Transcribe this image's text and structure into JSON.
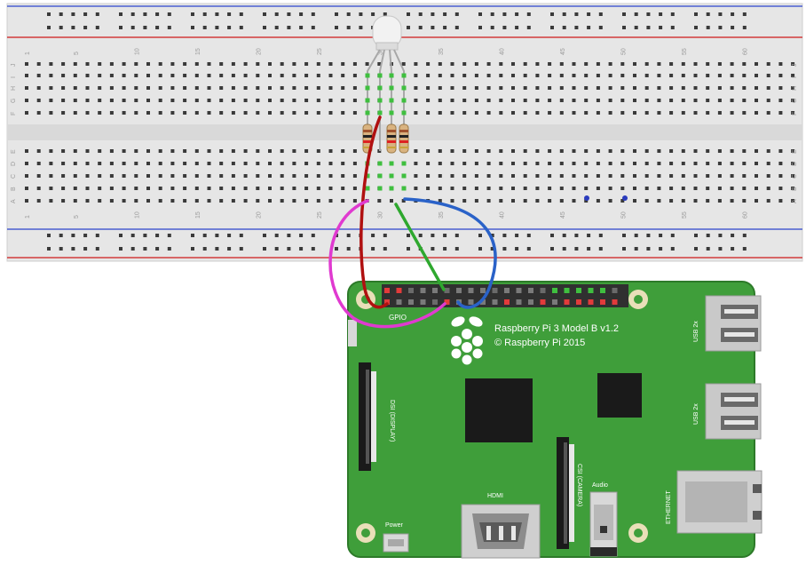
{
  "breadboard": {
    "columns_top": [
      "1",
      "5",
      "10",
      "15",
      "20",
      "25",
      "30",
      "35",
      "40",
      "45",
      "50",
      "55",
      "60"
    ],
    "columns_bottom": [
      "1",
      "5",
      "10",
      "15",
      "20",
      "25",
      "30",
      "35",
      "40",
      "45",
      "50",
      "55",
      "60"
    ],
    "rows_upper": [
      "J",
      "I",
      "H",
      "G",
      "F"
    ],
    "rows_lower": [
      "E",
      "D",
      "C",
      "B",
      "A"
    ]
  },
  "board": {
    "title": "Raspberry Pi 3 Model B v1.2",
    "copyright": "© Raspberry Pi 2015",
    "gpio_label": "GPIO",
    "usb_top_label": "USB 2x",
    "usb_bottom_label": "USB 2x",
    "ethernet_label": "ETHERNET",
    "dsi_label": "DSI (DISPLAY)",
    "csi_label": "CSI (CAMERA)",
    "hdmi_label": "HDMI",
    "audio_label": "Audio",
    "power_label": "Power"
  },
  "wires": {
    "red": "#b01010",
    "green": "#2ea82e",
    "blue": "#2a62c8",
    "magenta": "#e03ad0"
  },
  "colors": {
    "board_green": "#3f9e3a",
    "breadboard": "#e6e6e6",
    "rail_red": "#d23c3c",
    "rail_blue": "#4a5fd0"
  }
}
